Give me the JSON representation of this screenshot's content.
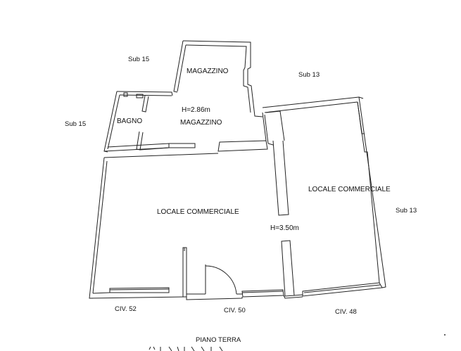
{
  "rooms": {
    "magazzino_top": "MAGAZZINO",
    "magazzino_mid": "MAGAZZINO",
    "bagno": "BAGNO",
    "height_storage": "H=2.86m",
    "locale_left": "LOCALE COMMERCIALE",
    "locale_right": "LOCALE COMMERCIALE",
    "height_shop": "H=3.50m"
  },
  "neighbours": {
    "sub15_top": "Sub 15",
    "sub15_left": "Sub 15",
    "sub13_top": "Sub 13",
    "sub13_right": "Sub 13"
  },
  "entrances": {
    "civ52": "CIV. 52",
    "civ50": "CIV. 50",
    "civ48": "CIV. 48"
  },
  "floor_title": "PIANO TERRA"
}
